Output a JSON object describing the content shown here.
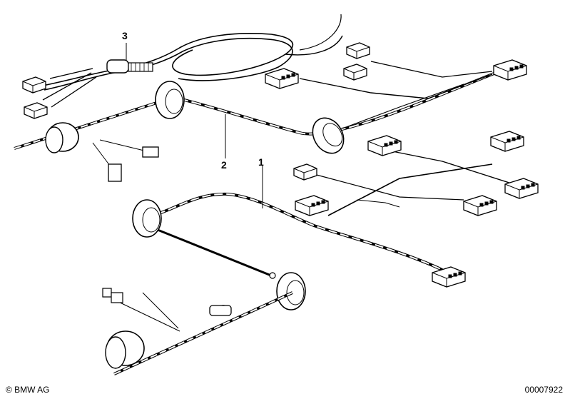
{
  "callouts": {
    "part1": "1",
    "part2": "2",
    "part3": "3"
  },
  "footer": {
    "copyright": "© BMW AG",
    "diagram_number": "00007922"
  },
  "colors": {
    "line": "#000000",
    "background": "#ffffff",
    "wire_fill": "#f2f2f2"
  }
}
